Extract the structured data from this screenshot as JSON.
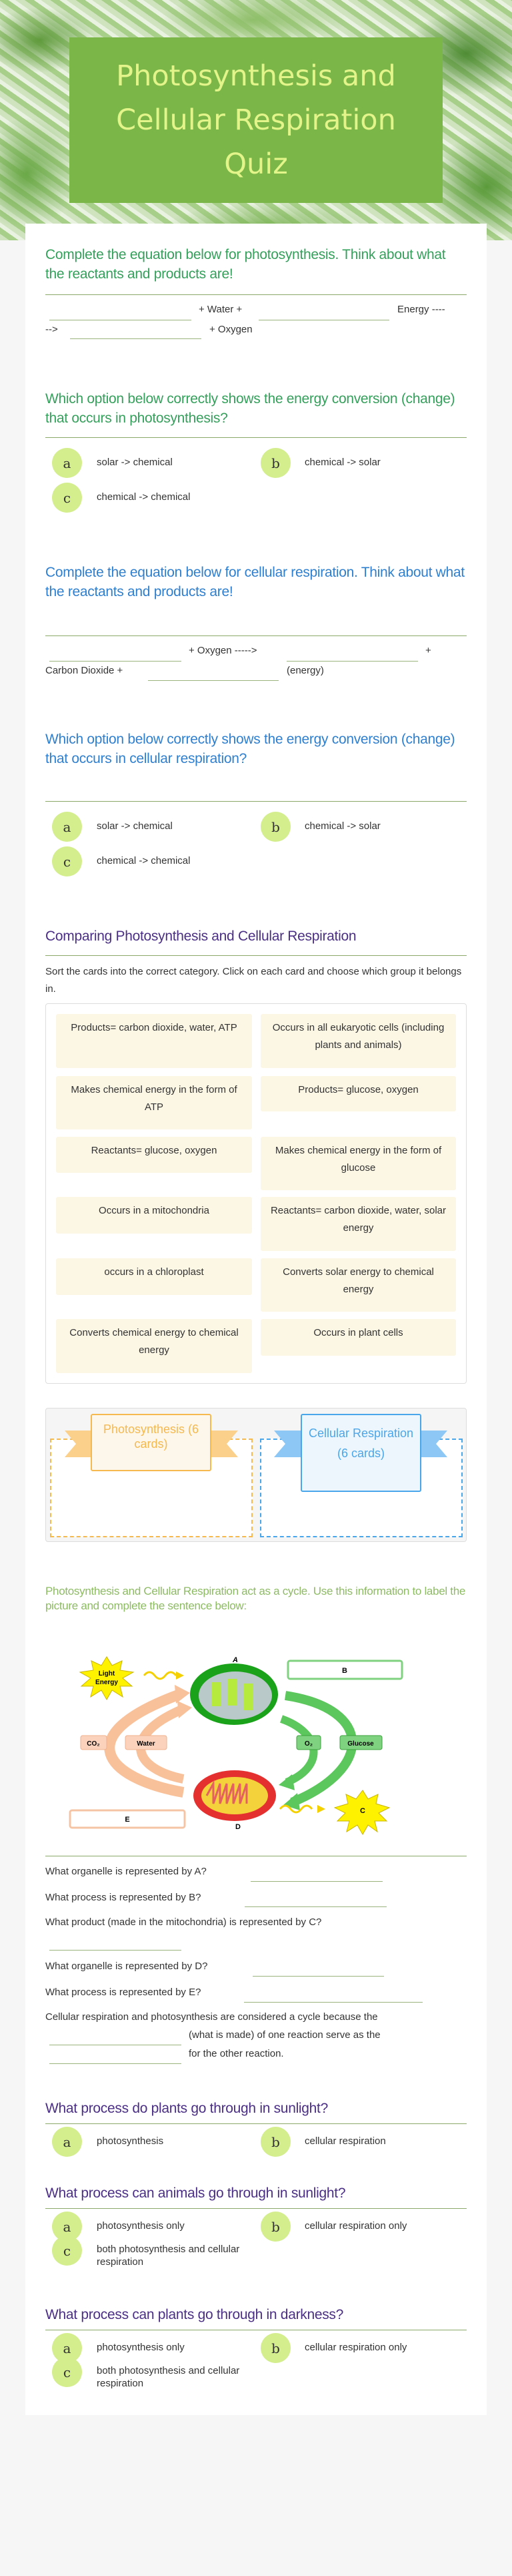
{
  "header": {
    "title": "Photosynthesis and Cellular Respiration Quiz"
  },
  "colors": {
    "title_bg": "#7ab648",
    "title_text": "#e3f58a",
    "q_green": "#35a05b",
    "q_blue": "#2f7fcf",
    "q_purple": "#4a2f85",
    "option_circle": "#d4ee8e",
    "card_bg": "#fcf6e4",
    "photo_bucket": "#f5b94f",
    "resp_bucket": "#4aa6ea"
  },
  "q1": {
    "heading": "Complete the equation below for photosynthesis. Think about what the reactants and products are!",
    "p1": "+ Water +",
    "p2": "Energy ----",
    "p3": "-->",
    "p4": "+ Oxygen"
  },
  "q2": {
    "heading": "Which option below correctly shows the energy conversion (change) that occurs in photosynthesis?",
    "options": [
      {
        "letter": "a",
        "label": "solar -> chemical"
      },
      {
        "letter": "b",
        "label": "chemical -> solar"
      },
      {
        "letter": "c",
        "label": "chemical -> chemical"
      }
    ]
  },
  "q3": {
    "heading": "Complete the equation below for cellular respiration. Think about what the reactants and products are!",
    "p1": "+ Oxygen ----->",
    "p2": "+",
    "p3": "Carbon Dioxide +",
    "p4": "(energy)"
  },
  "q4": {
    "heading": "Which option below correctly shows the energy conversion (change) that occurs in cellular respiration?",
    "options": [
      {
        "letter": "a",
        "label": "solar -> chemical"
      },
      {
        "letter": "b",
        "label": "chemical -> solar"
      },
      {
        "letter": "c",
        "label": "chemical -> chemical"
      }
    ]
  },
  "sort": {
    "heading": "Comparing Photosynthesis and Cellular Respiration",
    "instructions": "Sort the cards into the correct category. Click on each card and choose which group it belongs in.",
    "cards": [
      "Products= carbon dioxide, water, ATP",
      "Occurs in all eukaryotic cells (including plants and animals)",
      "Makes chemical energy in the form of ATP",
      "Products= glucose, oxygen",
      "Reactants= glucose, oxygen",
      "Makes chemical energy in the form of glucose",
      "Occurs in a mitochondria",
      "Reactants= carbon dioxide, water, solar energy",
      "occurs in a chloroplast",
      "Converts solar energy to chemical energy",
      "Converts chemical energy to chemical energy",
      "Occurs in plant cells"
    ],
    "buckets": [
      "Photosynthesis (6 cards)",
      "Cellular Respiration (6 cards)"
    ]
  },
  "cycle": {
    "heading": "Photosynthesis and Cellular Respiration act as a cycle.  Use this information to label the picture and complete the sentence below:",
    "diagram": {
      "light": [
        "Light",
        "Energy"
      ],
      "a": "A",
      "b": "B",
      "c": "C",
      "d": "D",
      "e": "E",
      "co2": "CO₂",
      "water": "Water",
      "o2": "O₂",
      "glucose": "Glucose"
    },
    "qa": "What organelle is represented by A?",
    "qb": "What process is represented by B?",
    "qc": "What product (made in the mitochondria) is represented by C?",
    "qd": "What organelle is represented by D?",
    "qe": "What process is represented by E?",
    "s1": "Cellular respiration and photosynthesis are considered a cycle because the",
    "s2": "(what is made) of one reaction serve as the",
    "s3": "for the other reaction."
  },
  "q5": {
    "heading": "What process do plants go through in sunlight?",
    "options": [
      {
        "letter": "a",
        "label": "photosynthesis"
      },
      {
        "letter": "b",
        "label": "cellular respiration"
      }
    ]
  },
  "q6": {
    "heading": "What process can animals go through in sunlight?",
    "options": [
      {
        "letter": "a",
        "label": "photosynthesis only"
      },
      {
        "letter": "b",
        "label": "cellular respiration only"
      },
      {
        "letter": "c",
        "label": "both photosynthesis and cellular respiration"
      }
    ]
  },
  "q7": {
    "heading": "What process can plants go through in darkness?",
    "options": [
      {
        "letter": "a",
        "label": "photosynthesis only"
      },
      {
        "letter": "b",
        "label": "cellular respiration only"
      },
      {
        "letter": "c",
        "label": "both photosynthesis and cellular respiration"
      }
    ]
  }
}
